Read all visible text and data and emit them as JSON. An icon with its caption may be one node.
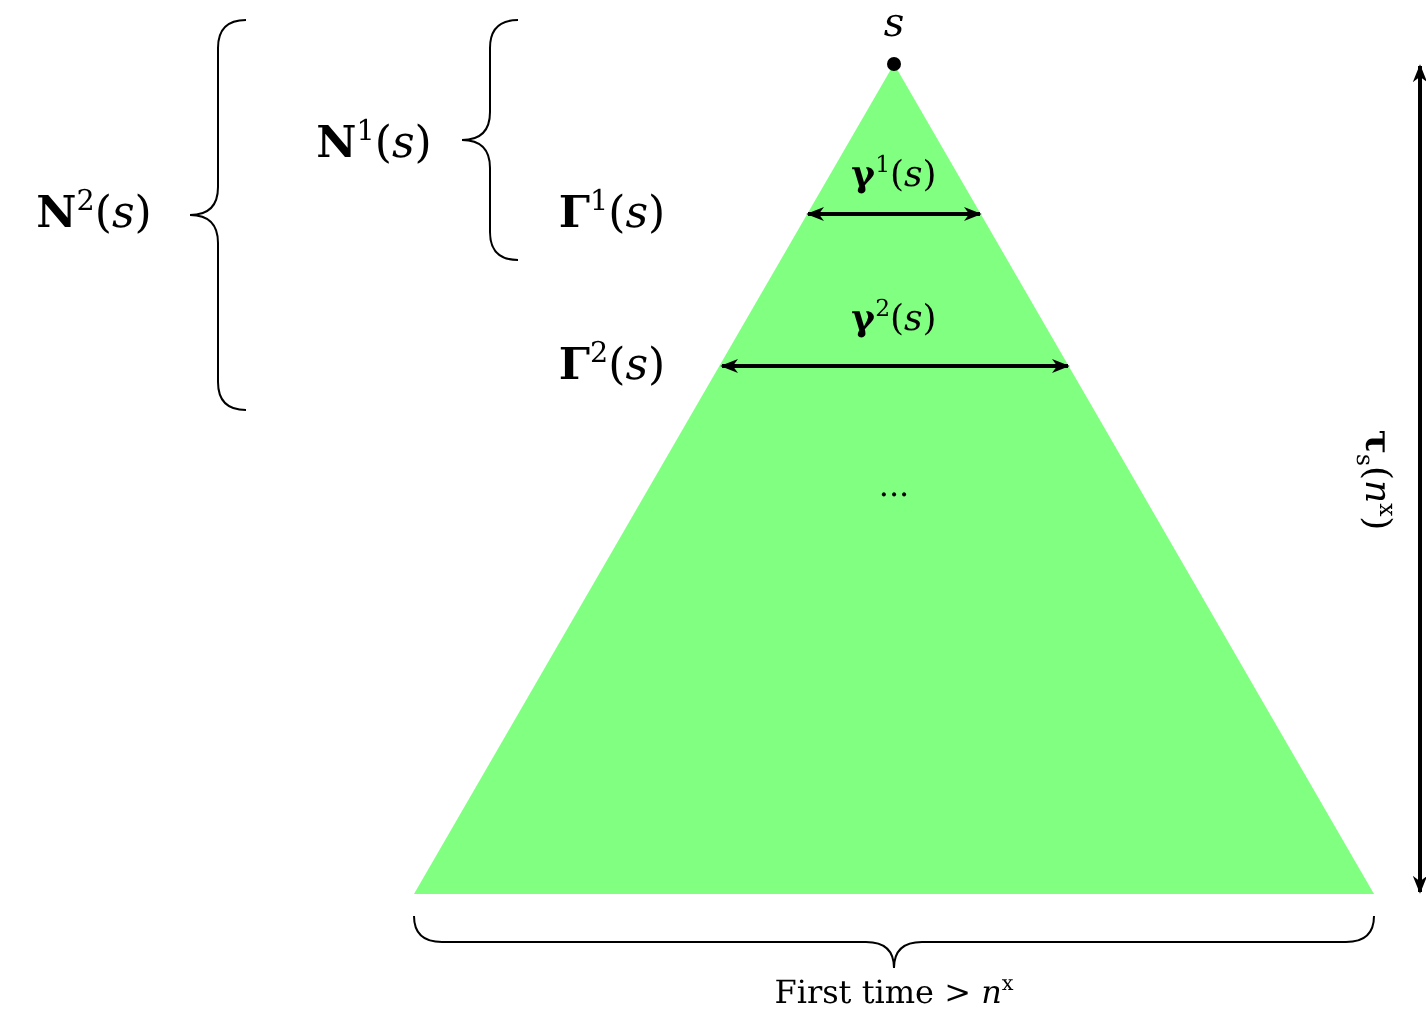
{
  "diagram": {
    "labels": [
      "*s*",
      "**N**$^{1}$(*s*)",
      "**N**$^{2}$(*s*)",
      "**γ**$^{1}$(*s*)",
      "**Γ**$^{1}$(*s*)",
      "**γ**$^{2}$(*s*)",
      "**Γ**$^{2}$(*s*)",
      "...",
      "**τ**$_{s}$(*n*$^{x}$)",
      "First time > *n*$^{x}$"
    ]
  }
}
